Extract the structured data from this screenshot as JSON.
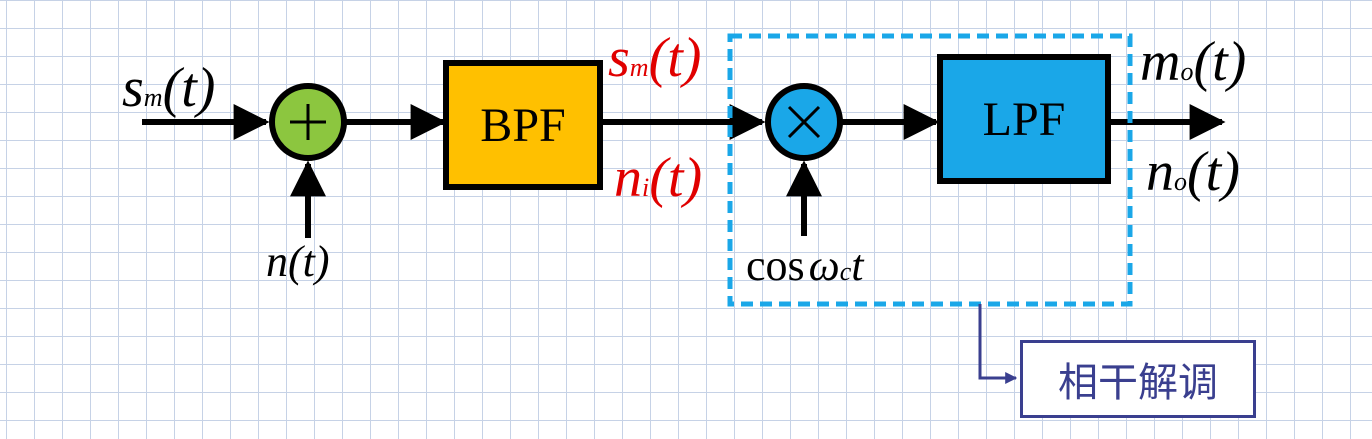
{
  "blocks": {
    "bpf": "BPF",
    "lpf": "LPF"
  },
  "signals": {
    "input": {
      "main": "s",
      "sub": "m",
      "arg": "(t)"
    },
    "noise": {
      "main": "n",
      "arg": "(t)"
    },
    "bpf_out_signal": {
      "main": "s",
      "sub": "m",
      "arg": "(t)"
    },
    "bpf_out_noise": {
      "main": "n",
      "sub": "i",
      "arg": "(t)"
    },
    "carrier": {
      "func": "cos",
      "omega": "ω",
      "sub": "c",
      "var": "t"
    },
    "output_signal": {
      "main": "m",
      "sub": "o",
      "arg": "(t)"
    },
    "output_noise": {
      "main": "n",
      "sub": "o",
      "arg": "(t)"
    }
  },
  "annotation": "相干解调",
  "colors": {
    "adder": "#8cc63f",
    "multiplier": "#1aa7e8",
    "bpf": "#ffc000",
    "lpf": "#1aa7e8",
    "dashed_box": "#1aa7e8",
    "annotation": "#3a3f8f",
    "bpf_output_labels": "#e00000"
  }
}
